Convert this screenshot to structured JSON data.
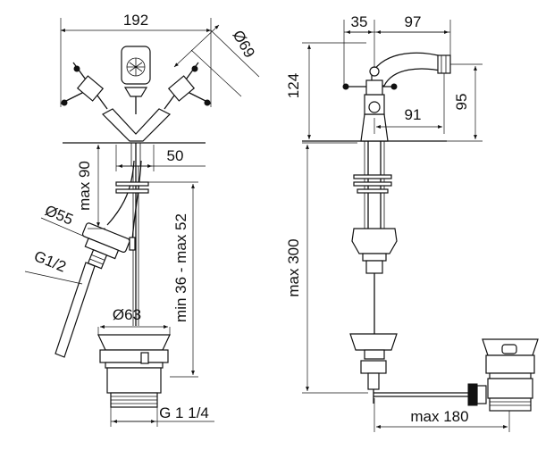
{
  "dimensions": {
    "width_192": "192",
    "dia_69": "Ø69",
    "max_90": "max 90",
    "d_50": "50",
    "dia_55": "Ø55",
    "thread_g12": "G1/2",
    "dia_63": "Ø63",
    "min_max": "min 36 - max 52",
    "thread_g114": "G 1 1/4",
    "d_35": "35",
    "d_97": "97",
    "d_124": "124",
    "d_95": "95",
    "d_91": "91",
    "max_300": "max 300",
    "max_180": "max 180"
  }
}
